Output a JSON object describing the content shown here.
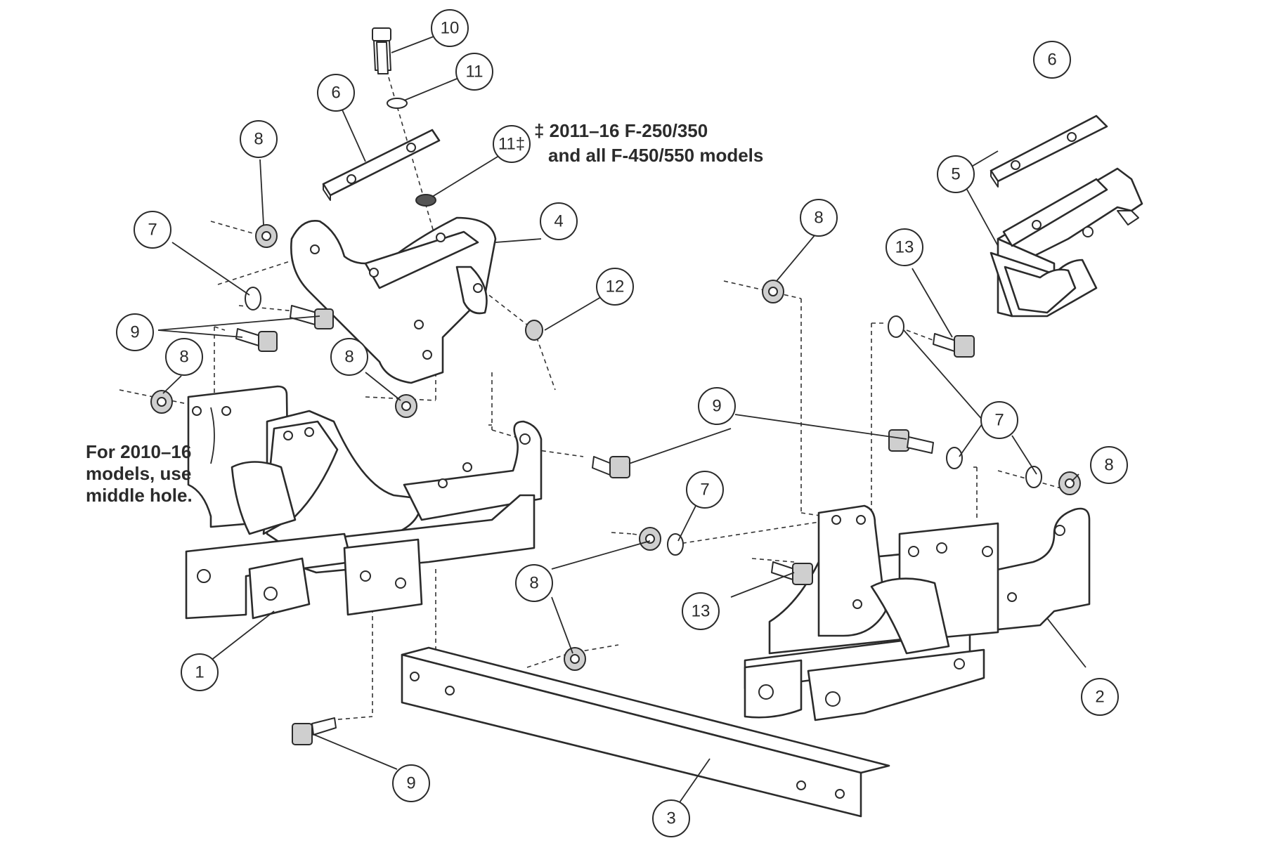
{
  "callouts": {
    "c10": "10",
    "c11": "11",
    "c11b": "11‡",
    "c6a": "6",
    "c8a": "8",
    "c7a": "7",
    "c4": "4",
    "c12": "12",
    "c9a": "9",
    "c8b": "8",
    "c8c": "8",
    "c1": "1",
    "c6b": "6",
    "c5": "5",
    "c8d": "8",
    "c13a": "13",
    "c9b": "9",
    "c7b": "7",
    "c8e": "8",
    "c7c": "7",
    "c8f": "8",
    "c13b": "13",
    "c2": "2",
    "c9c": "9",
    "c3": "3"
  },
  "notes": {
    "model_note_line1": "‡ 2011–16 F-250/350",
    "model_note_line2": "and all F-450/550 models",
    "hole_note_line1": "For 2010–16",
    "hole_note_line2": "models, use",
    "hole_note_line3": "middle hole."
  }
}
